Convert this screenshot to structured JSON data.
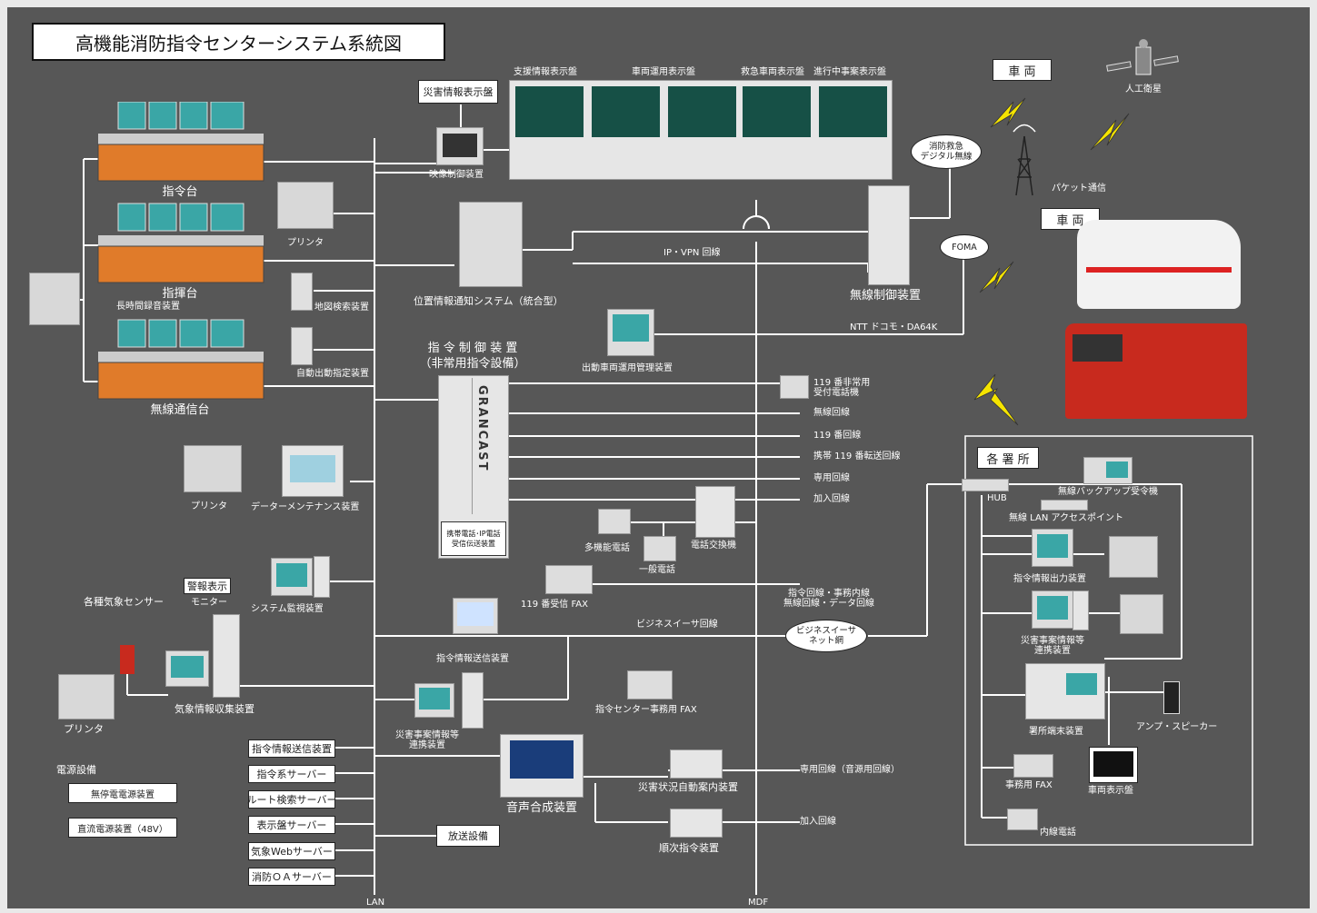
{
  "title": "高機能消防指令センターシステム系統図",
  "consoles": {
    "shirei": "指令台",
    "shiki": "指揮台",
    "musen": "無線通信台",
    "recorder": "長時間録音装置"
  },
  "displays": {
    "saigai_box": "災害情報表示盤",
    "eizo": "映像制御装置",
    "panels": [
      "支援情報表示盤",
      "車両運用表示盤",
      "救急車両表示盤",
      "進行中事案表示盤"
    ]
  },
  "devices": {
    "printer1": "プリンタ",
    "chizu": "地図検索装置",
    "jido": "自動出動指定装置",
    "ichi": "位置情報通知システム（統合型）",
    "shutsudo": "出動車両運用管理装置",
    "control_line1": "指 令 制 御 装 置",
    "control_line2": "（非常用指令設備）",
    "grancast": "GRANCAST",
    "keitai_line1": "携帯電話･IP電話",
    "keitai_line2": "受信伝送装置",
    "printer2": "プリンタ",
    "data_maint": "データーメンテナンス装置",
    "takino": "多機能電話",
    "ippan": "一般電話",
    "koukan": "電話交換機",
    "fax119": "119 番受信 FAX",
    "keiho_box": "警報表示",
    "monitor": "モニター",
    "system_kanshi": "システム監視装置",
    "kisho_sensor": "各種気象センサー",
    "kisho_shushu": "気象情報収集装置",
    "printer3": "プリンタ",
    "shirei_soshin": "指令情報送信装置",
    "saigai_renkei_line1": "災害事案情報等",
    "saigai_renkei_line2": "連携装置",
    "center_fax": "指令センター事務用 FAX",
    "onsei": "音声合成装置",
    "saigai_annai": "災害状況自動案内装置",
    "junji": "順次指令装置"
  },
  "servers": [
    "指令情報送信装置",
    "指令系サーバー",
    "ルート検索サーバー",
    "表示盤サーバー",
    "気象Webサーバー",
    "消防ＯＡサーバー"
  ],
  "housou": "放送設備",
  "power": {
    "title": "電源設備",
    "ups": "無停電電源装置",
    "dc": "直流電源装置（48V）"
  },
  "lines": {
    "lan": "LAN",
    "mdf": "MDF",
    "ipvpn": "IP・VPN 回線",
    "ntt": "NTT ドコモ・DA64K",
    "uketsuke_line1": "119 番非常用",
    "uketsuke_line2": "受付電話機",
    "musen_kaisen": "無線回線",
    "kaisen119": "119 番回線",
    "keitai119": "携帯 119 番転送回線",
    "senyo": "専用回線",
    "kanyu": "加入回線",
    "jimu_line1": "指令回線・事務内線",
    "jimu_line2": "無線回線・データ回線",
    "business": "ビジネスイーサ回線",
    "senyo_onsei": "専用回線（音源用回線）",
    "kanyu2": "加入回線"
  },
  "radio": {
    "musen_seigyo": "無線制御装置",
    "digital_line1": "消防救急",
    "digital_line2": "デジタル無線",
    "foma": "FOMA",
    "packet": "パケット通信",
    "satellite": "人工衛星",
    "sharyo1": "車 両",
    "sharyo2": "車 両",
    "be_line1": "ビジネスイーサ",
    "be_line2": "ネット網"
  },
  "stations": {
    "title": "各 署 所",
    "hub": "HUB",
    "backup": "無線バックアップ受令機",
    "lan_ap": "無線 LAN アクセスポイント",
    "shirei_output": "指令情報出力装置",
    "saigai_line1": "災害事案情報等",
    "saigai_line2": "連携装置",
    "terminal": "署所端末装置",
    "amp": "アンプ・スピーカー",
    "jimu_fax": "事務用 FAX",
    "sharyo_display": "車両表示盤",
    "naisen": "内線電話"
  },
  "colors": {
    "background": "#575757",
    "console_orange": "#e07b2a",
    "panel_green": "#165046",
    "lightning": "#f5e400"
  }
}
